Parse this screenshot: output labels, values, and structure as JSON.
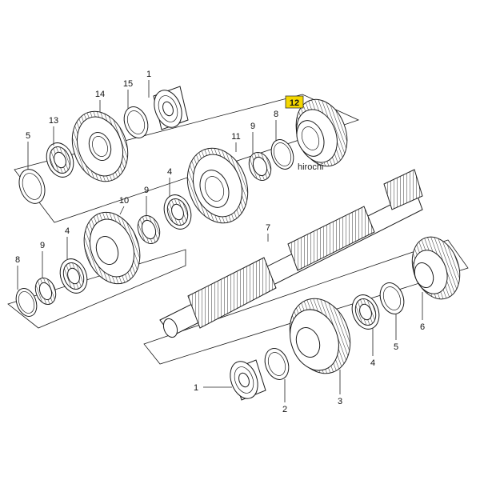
{
  "callouts": {
    "c1_top": "1",
    "c15": "15",
    "c14": "14",
    "c13": "13",
    "c5_top": "5",
    "c12": "12",
    "c8_top": "8",
    "c9_top": "9",
    "c11": "11",
    "c4_mid": "4",
    "c9_mid": "9",
    "c10": "10",
    "c7": "7",
    "c4_left": "4",
    "c9_left": "9",
    "c8_left": "8",
    "c6": "6",
    "c5_right": "5",
    "c4_bottom": "4",
    "c3": "3",
    "c2": "2",
    "c1_bottom": "1"
  },
  "watermark": "hirochi",
  "highlight_color": "#f5d800"
}
